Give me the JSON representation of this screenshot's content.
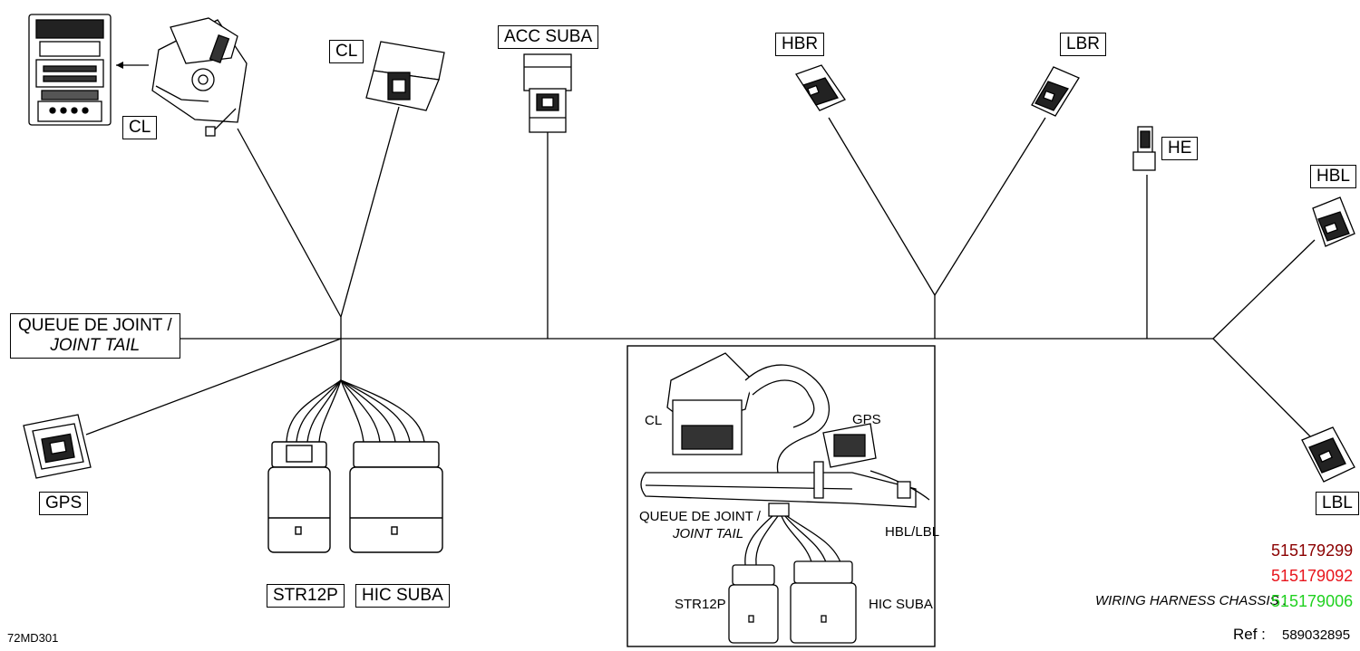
{
  "labels": {
    "cl_top_left": "CL",
    "cl_top": "CL",
    "acc_suba": "ACC  SUBA",
    "hbr": "HBR",
    "lbr": "LBR",
    "he": "HE",
    "hbl": "HBL",
    "lbl": "LBL",
    "gps": "GPS",
    "str12p": "STR12P",
    "hic_suba": "HIC  SUBA",
    "joint_tail_fr": "QUEUE DE JOINT /",
    "joint_tail_en": "JOINT TAIL"
  },
  "inset": {
    "cl": "CL",
    "gps": "GPS",
    "joint_tail_fr": "QUEUE DE JOINT /",
    "joint_tail_en": "JOINT TAIL",
    "hbl_lbl": "HBL/LBL",
    "str12p": "STR12P",
    "hic_suba": "HIC  SUBA"
  },
  "parts": {
    "part_1": "515179299",
    "part_2": "515179092",
    "harness_label": "WIRING HARNESS CHASSIS :",
    "part_3": "515179006",
    "ref_label": "Ref :",
    "ref_number": "589032895",
    "figure_id": "72MD301"
  },
  "colors": {
    "part_1": "#8b0000",
    "part_2": "#e8141c",
    "part_3": "#1fd11f"
  }
}
